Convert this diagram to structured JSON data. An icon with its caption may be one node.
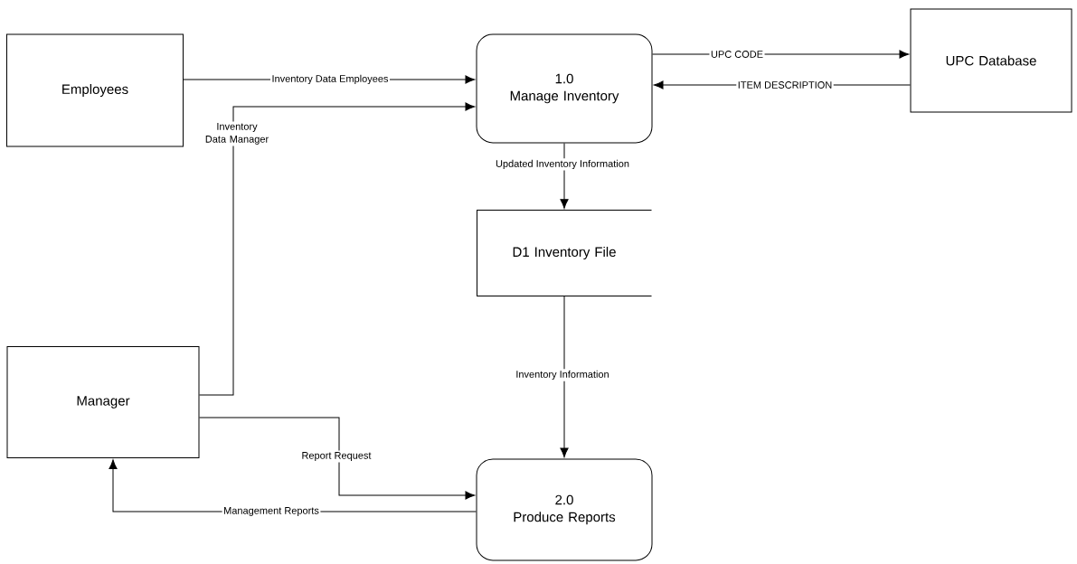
{
  "diagram": {
    "nodes": [
      {
        "text": [
          "Employees"
        ]
      },
      {
        "text": [
          "1.0",
          "Manage Inventory"
        ]
      },
      {
        "text": [
          "UPC Database"
        ]
      },
      {
        "text": [
          "D1 Inventory File"
        ]
      },
      {
        "text": [
          "Manager"
        ]
      },
      {
        "text": [
          "2.0",
          "Produce Reports"
        ]
      }
    ],
    "edges": [
      {
        "from": 0,
        "to": 1,
        "arrow": "to",
        "label": "Inventory Data Employees"
      },
      {
        "from": 4,
        "to": 1,
        "arrow": "to",
        "label": "Inventory Data Manager"
      },
      {
        "from": 1,
        "to": 2,
        "arrow": "to",
        "label": "UPC CODE"
      },
      {
        "from": 2,
        "to": 1,
        "arrow": "to",
        "label": "ITEM DESCRIPTION"
      },
      {
        "from": 1,
        "to": 3,
        "arrow": "to",
        "label": "Updated Inventory Information"
      },
      {
        "from": 3,
        "to": 5,
        "arrow": "to",
        "label": "Inventory Information"
      },
      {
        "from": 4,
        "to": 5,
        "arrow": "to",
        "label": "Report Request"
      },
      {
        "from": 5,
        "to": 4,
        "arrow": "to",
        "label": "Management Reports"
      }
    ]
  }
}
